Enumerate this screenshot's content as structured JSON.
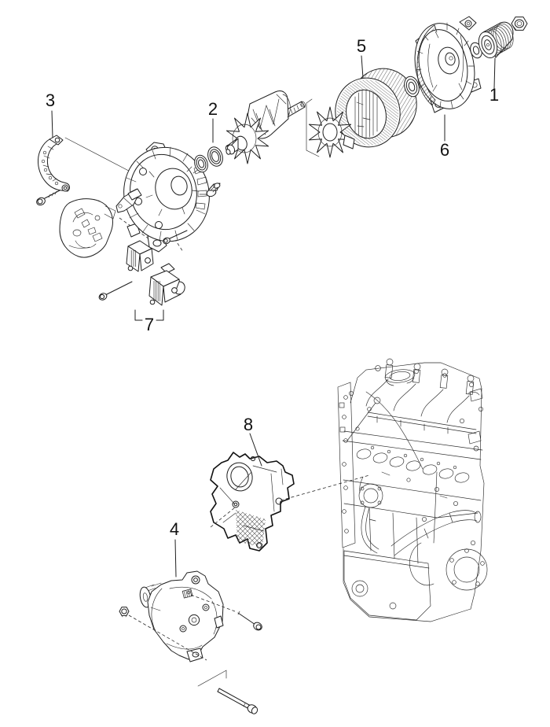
{
  "figure": {
    "kind": "exploded-parts-diagram",
    "background_color": "#ffffff",
    "line_color": "#1f1f1f",
    "callouts": [
      {
        "label": "1"
      },
      {
        "label": "2"
      },
      {
        "label": "3"
      },
      {
        "label": "4"
      },
      {
        "label": "5"
      },
      {
        "label": "6"
      },
      {
        "label": "7"
      },
      {
        "label": "8"
      }
    ]
  }
}
